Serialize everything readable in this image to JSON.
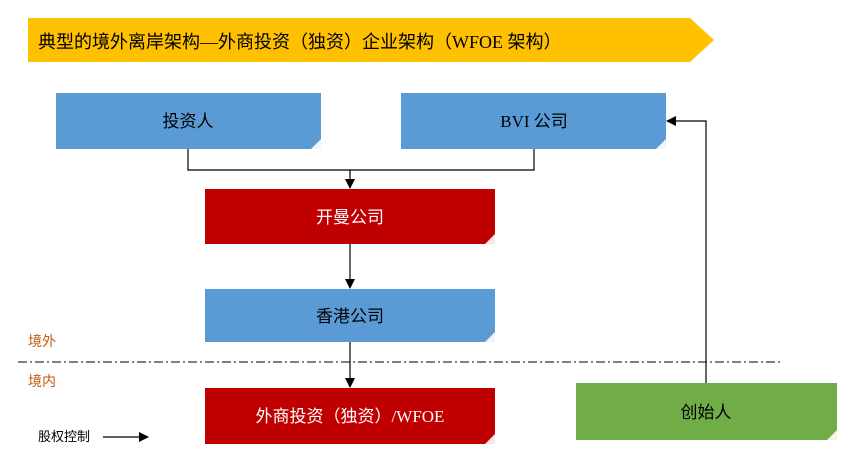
{
  "banner": {
    "title": "典型的境外离岸架构—外商投资（独资）企业架构（WFOE 架构）",
    "color": "#FFC000"
  },
  "nodes": {
    "investor": {
      "label": "投资人",
      "color": "#5B9BD5"
    },
    "bvi": {
      "label": "BVI 公司",
      "color": "#5B9BD5"
    },
    "cayman": {
      "label": "开曼公司",
      "color": "#C00000"
    },
    "hongkong": {
      "label": "香港公司",
      "color": "#5B9BD5"
    },
    "wfoe": {
      "label": "外商投资（独资）/WFOE",
      "color": "#C00000"
    },
    "founder": {
      "label": "创始人",
      "color": "#70AD47"
    }
  },
  "regions": {
    "offshore": "境外",
    "onshore": "境内",
    "label_color": "#C55A11"
  },
  "legend": {
    "label": "股权控制"
  }
}
